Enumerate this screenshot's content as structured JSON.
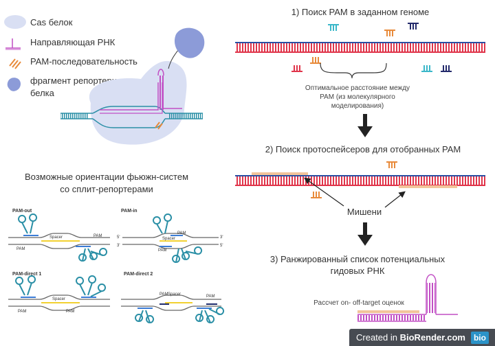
{
  "legend": {
    "cas_protein": "Cas белок",
    "guide_rna": "Направляющая РНК",
    "pam_sequence": "PAM-последовательность",
    "reporter_fragment_line1": "фрагмент репортерного",
    "reporter_fragment_line2": "белка"
  },
  "workflow": {
    "step1": "1) Поиск PAM в заданном геноме",
    "distance_line1": "Оптимальное расстояние между",
    "distance_line2": "PAM (из молекулярного",
    "distance_line3": "моделирования)",
    "step2": "2) Поиск протоспейсеров для отобранных PAM",
    "targets": "Мишени",
    "step3_line1": "3) Ранжированный список потенциальных",
    "step3_line2": "гидовых РНК",
    "offtarget": "Рассчет on- off-target оценок"
  },
  "fusion": {
    "title_line1": "Возможные ориентации фьюжн-систем",
    "title_line2": "со сплит-репортерами",
    "panels": [
      {
        "label": "PAM-out",
        "spacer": "Spacer",
        "pam_top": "PAM",
        "pam_bottom": "PAM"
      },
      {
        "label": "PAM-in",
        "spacer": "Spacer",
        "pam_top": "PAM",
        "pam_bottom": "PAM"
      },
      {
        "label": "PAM-direct 1",
        "spacer": "Spacer",
        "pam_top": "PAM",
        "pam_bottom": "PAM"
      },
      {
        "label": "PAM-direct 2",
        "spacer": "Spacer",
        "pam_top": "PAM",
        "pam_bottom": "PAM"
      }
    ],
    "strand_ends": {
      "top_left": "5'",
      "bottom_left": "3'",
      "top_right": "3'",
      "bottom_right": "5'"
    }
  },
  "footer": {
    "prefix": "Created in",
    "brand": "BioRender.com",
    "logo": "bio"
  },
  "colors": {
    "dna_top": "#e0344a",
    "dna_bottom": "#2a4fa3",
    "protein": "#d9dff3",
    "reporter": "#8c9bd8",
    "guide": "#b55bbf",
    "pam_orange": "#e88a3a",
    "target_bar": "#f2c49b",
    "arrow": "#222222"
  }
}
